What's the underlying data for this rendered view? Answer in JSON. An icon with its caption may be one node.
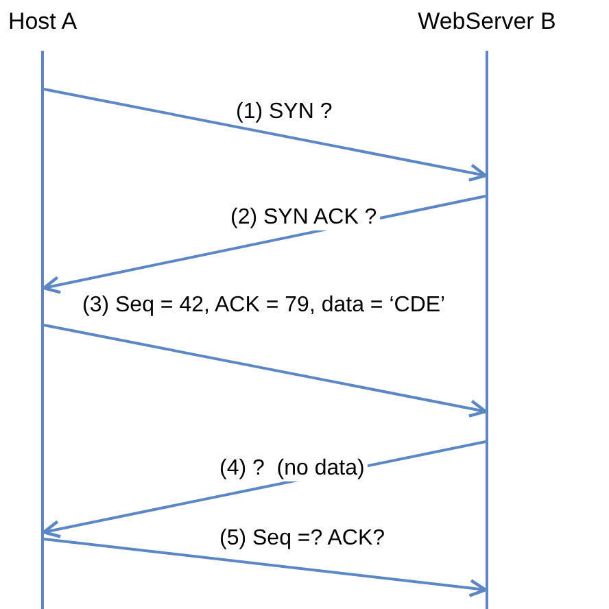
{
  "diagram": {
    "nodes": [
      {
        "text": [
          "Host A"
        ]
      },
      {
        "text": [
          "WebServer B"
        ]
      }
    ],
    "edges": [
      {
        "from": 0,
        "to": 1,
        "arrow": "to",
        "label": "(1) SYN ?"
      },
      {
        "from": 1,
        "to": 0,
        "arrow": "to",
        "label": "(2) SYN ACK ?"
      },
      {
        "from": 0,
        "to": 1,
        "arrow": "to",
        "label": "(3) Seq = 42, ACK = 79, data = ‘CDE’"
      },
      {
        "from": 1,
        "to": 0,
        "arrow": "to",
        "label": "(4) ?  (no data)"
      },
      {
        "from": 0,
        "to": 1,
        "arrow": "to",
        "label": "(5) Seq =? ACK?"
      }
    ]
  }
}
